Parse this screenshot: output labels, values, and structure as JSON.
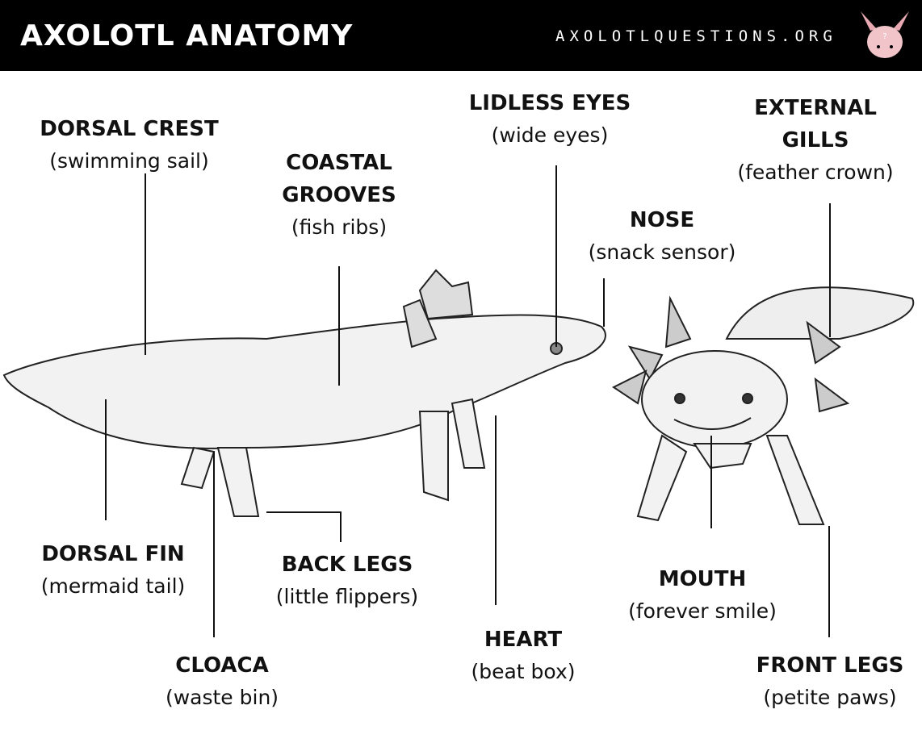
{
  "header": {
    "title": "AXOLOTL ANATOMY",
    "site": "AXOLOTLQUESTIONS.ORG",
    "logo_icon": "axolotl-head-icon"
  },
  "colors": {
    "header_bg": "#000000",
    "logo_pink": "#f0c4c8",
    "line": "#111111"
  },
  "labels": [
    {
      "id": "dorsal-crest",
      "title": "DORSAL CREST",
      "subtitle": "(swimming sail)"
    },
    {
      "id": "coastal-grooves",
      "title": "COASTAL GROOVES",
      "subtitle": "(fish ribs)"
    },
    {
      "id": "lidless-eyes",
      "title": "LIDLESS EYES",
      "subtitle": "(wide eyes)"
    },
    {
      "id": "nose",
      "title": "NOSE",
      "subtitle": "(snack sensor)"
    },
    {
      "id": "external-gills",
      "title": "EXTERNAL GILLS",
      "subtitle": "(feather crown)"
    },
    {
      "id": "dorsal-fin",
      "title": "DORSAL FIN",
      "subtitle": "(mermaid tail)"
    },
    {
      "id": "cloaca",
      "title": "CLOACA",
      "subtitle": "(waste bin)"
    },
    {
      "id": "back-legs",
      "title": "BACK LEGS",
      "subtitle": "(little flippers)"
    },
    {
      "id": "heart",
      "title": "HEART",
      "subtitle": "(beat box)"
    },
    {
      "id": "mouth",
      "title": "MOUTH",
      "subtitle": "(forever smile)"
    },
    {
      "id": "front-legs",
      "title": "FRONT LEGS",
      "subtitle": "(petite paws)"
    }
  ]
}
